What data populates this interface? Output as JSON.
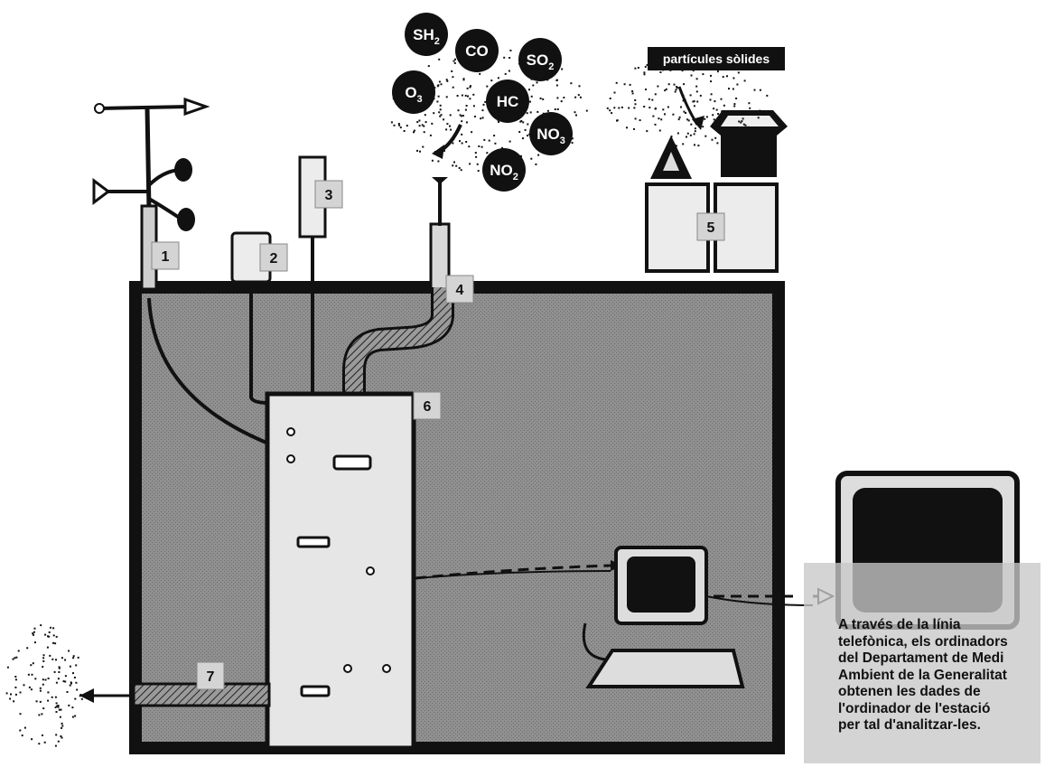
{
  "gases": [
    {
      "id": "sh2",
      "base": "SH",
      "sub": "2"
    },
    {
      "id": "co",
      "base": "CO",
      "sub": ""
    },
    {
      "id": "so2",
      "base": "SO",
      "sub": "2"
    },
    {
      "id": "o3",
      "base": "O",
      "sub": "3"
    },
    {
      "id": "hc",
      "base": "HC",
      "sub": ""
    },
    {
      "id": "no3",
      "base": "NO",
      "sub": "3"
    },
    {
      "id": "no2",
      "base": "NO",
      "sub": "2"
    }
  ],
  "particles_label": "partícules sòlides",
  "component_numbers": [
    "1",
    "2",
    "3",
    "4",
    "5",
    "6",
    "7"
  ],
  "caption_lines": [
    "A través de la línia",
    "telefònica, els ordinadors",
    "del Departament de Medi",
    "Ambient de la Generalitat",
    "obtenen les dades de",
    "l'ordinador de l'estació",
    "per tal d'analitzar-les."
  ],
  "colors": {
    "ink": "#111111",
    "room_fill": "#8a8a8a",
    "cabinet_fill": "#dcdcdc",
    "label_box": "#d4d4d4",
    "caption_bg": "#c8c8c8"
  }
}
